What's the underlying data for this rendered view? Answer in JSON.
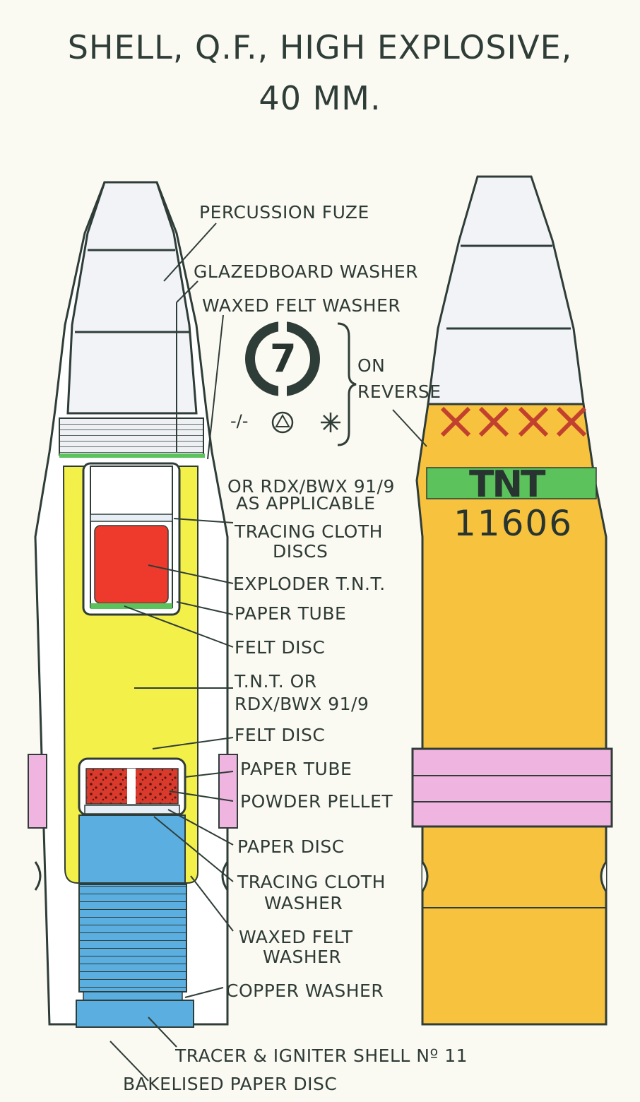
{
  "title": {
    "line1": "SHELL, Q.F., HIGH EXPLOSIVE,",
    "line2": "40 MM."
  },
  "labels": {
    "percussion_fuze": "PERCUSSION FUZE",
    "glazedboard_washer": "GLAZEDBOARD WASHER",
    "waxed_felt_washer_top": "WAXED FELT WASHER",
    "on_reverse_1": "ON",
    "on_reverse_2": "REVERSE",
    "rdx_applicable_1": "OR RDX/BWX 91/9",
    "rdx_applicable_2": "AS APPLICABLE",
    "tracing_cloth_discs_1": "TRACING CLOTH",
    "tracing_cloth_discs_2": "DISCS",
    "exploder_tnt": "EXPLODER T.N.T.",
    "paper_tube_1": "PAPER TUBE",
    "felt_disc_1": "FELT DISC",
    "tnt_or_1": "T.N.T. OR",
    "tnt_or_2": "RDX/BWX 91/9",
    "felt_disc_2": "FELT DISC",
    "paper_tube_2": "PAPER TUBE",
    "powder_pellet": "POWDER PELLET",
    "paper_disc": "PAPER DISC",
    "tracing_cloth_washer_1": "TRACING CLOTH",
    "tracing_cloth_washer_2": "WASHER",
    "waxed_felt_washer_bottom_1": "WAXED FELT",
    "waxed_felt_washer_bottom_2": "WASHER",
    "copper_washer": "COPPER WASHER",
    "tracer_igniter": "TRACER & IGNITER SHELL Nº 11",
    "bakelised_paper_disc": "BAKELISED PAPER DISC"
  },
  "markings": {
    "symbol_number": "7",
    "symbol_dash": "-/-",
    "stencil_band": "TNT",
    "lot_number": "11606"
  },
  "colors": {
    "filling_yellow": "#f4f04a",
    "exploder_red": "#ee3a2c",
    "tracer_blue": "#5aaee0",
    "band_green": "#5cc25c",
    "driving_band_pink": "#f0b4e0",
    "body_orange": "#f7c23e",
    "fuze_white": "#f1f3f7",
    "outline": "#2f3d38"
  }
}
